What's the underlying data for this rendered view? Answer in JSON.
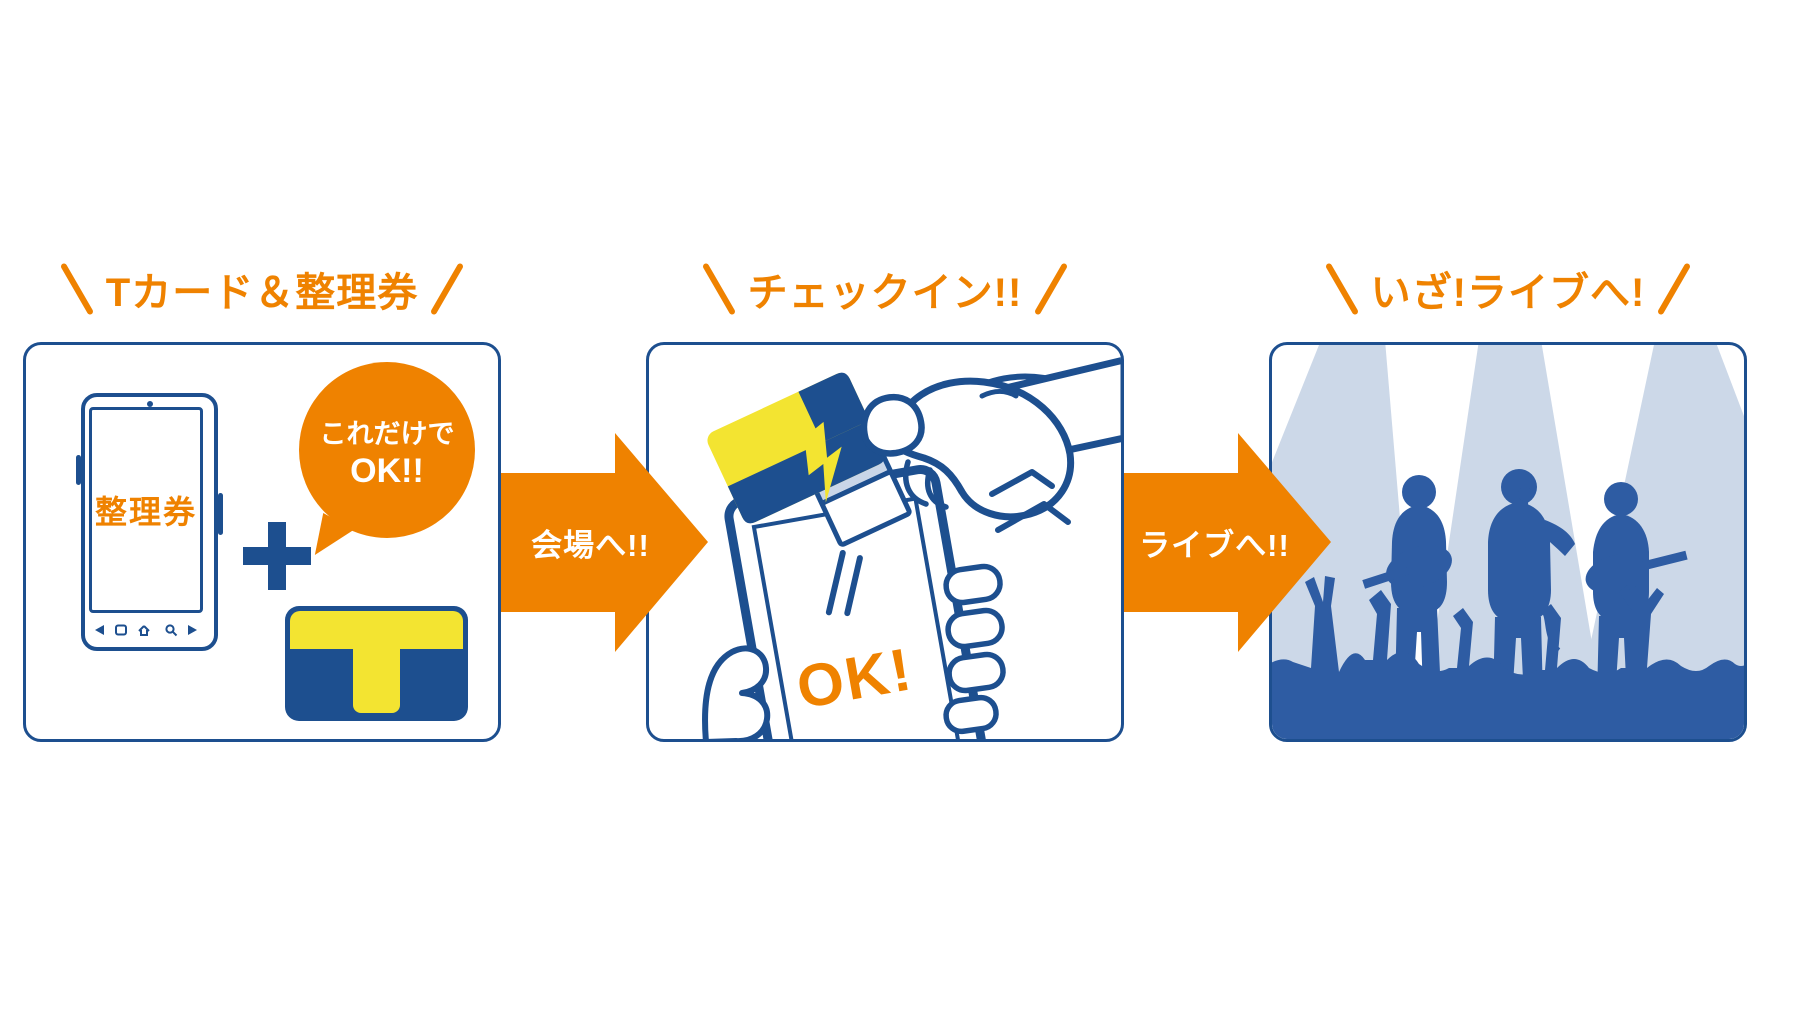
{
  "infographic": {
    "language": "ja",
    "colors": {
      "orange": "#ef8200",
      "line_blue": "#1d4f8f",
      "silhouette_blue": "#2e5ca3",
      "card_yellow": "#f3e431",
      "spotlight_blue": "#ccd8e8",
      "background": "#ffffff"
    },
    "steps": [
      {
        "title": "Tカード＆整理券",
        "arrow_after": "会場へ!!",
        "panel": {
          "phone_screen_label": "整理券",
          "plus_icon": "+",
          "speech_bubble": {
            "line1": "これだけで",
            "line2": "OK!!"
          },
          "t_card_logo_letter": "T"
        }
      },
      {
        "title": "チェックイン!!",
        "arrow_after": "ライブへ!!",
        "panel": {
          "tablet_screen_status": "OK!",
          "t_card_logo_letter": "T"
        }
      },
      {
        "title": "いざ!ライブへ!",
        "panel": {
          "scene_icon": "live-concert-silhouette"
        }
      }
    ]
  }
}
